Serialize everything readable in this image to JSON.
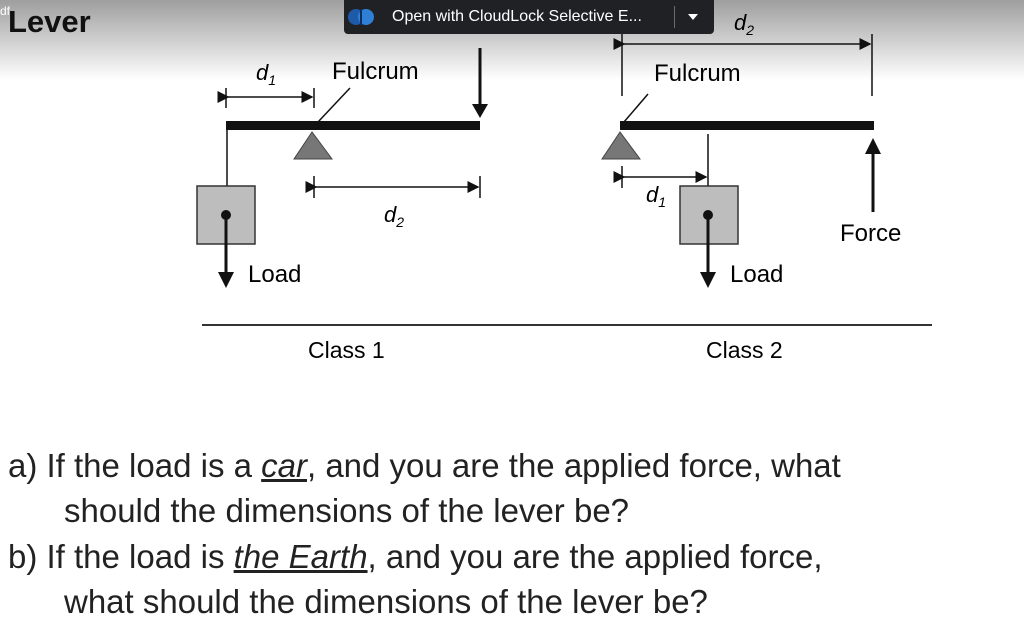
{
  "header": {
    "pdf_tag": "df",
    "title": "Lever",
    "open_with": {
      "label": "Open with CloudLock Selective E...",
      "app_icon": "cloudlock-app-icon",
      "dropdown_icon": "caret-down-icon"
    }
  },
  "diagram": {
    "class1": {
      "d1": "d",
      "d1_sub": "1",
      "fulcrum": "Fulcrum",
      "d2": "d",
      "d2_sub": "2",
      "load": "Load",
      "caption": "Class 1"
    },
    "class2": {
      "d2": "d",
      "d2_sub": "2",
      "fulcrum": "Fulcrum",
      "d1": "d",
      "d1_sub": "1",
      "load": "Load",
      "force": "Force",
      "caption": "Class 2"
    }
  },
  "questions": {
    "a_prefix": "a)  If the load is a ",
    "a_emph": "car",
    "a_rest": ", and you are the applied force, what",
    "a_line2": "should the dimensions of the lever be?",
    "b_prefix": "b)  If the load is ",
    "b_emph": "the Earth",
    "b_rest": ", and you are the applied force,",
    "b_line2": "what should the dimensions of the lever be?"
  },
  "colors": {
    "header_bar": "#202124",
    "fulcrum_fill": "#777777",
    "load_box": "#bdbdbd"
  }
}
